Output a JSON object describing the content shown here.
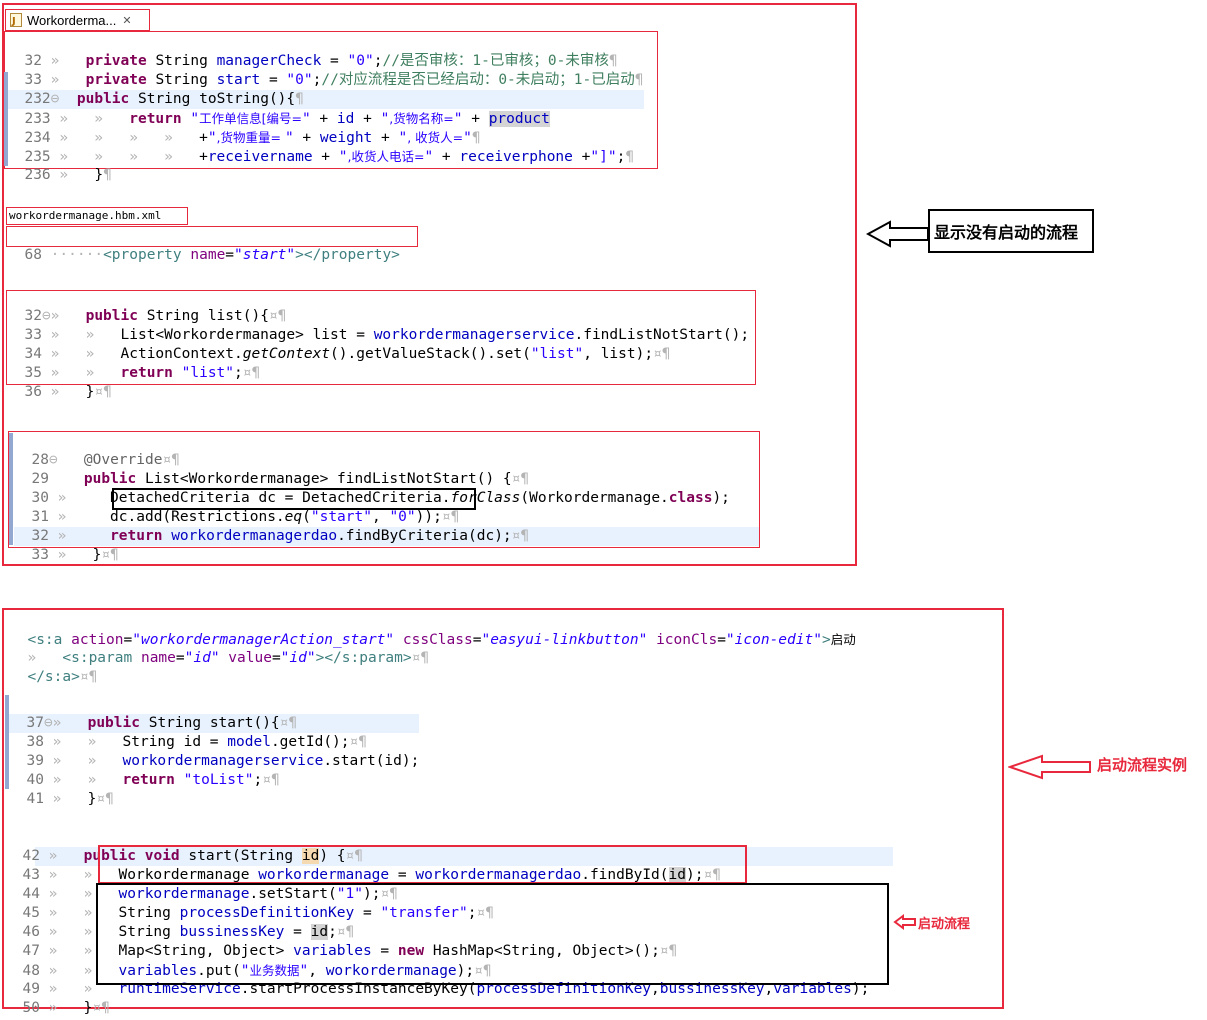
{
  "editor_tab": {
    "title": "Workorderma..."
  },
  "hbm_file": {
    "name": "workordermanage.hbm.xml"
  },
  "labels": {
    "not_started": "显示没有启动的流程",
    "start_instance": "启动流程实例",
    "start_process": "启动流程"
  },
  "colors": {
    "box_red": "#e8283c",
    "keyword": "#7f0055",
    "string": "#2a00ff",
    "field": "#0000c0",
    "comment": "#3f7f5f"
  },
  "sections": {
    "entity": [
      {
        "n": "32",
        "t": "»   private String managerCheck = \"0\";//是否审核：1-已审核；0-未审核¶"
      },
      {
        "n": "33",
        "t": "»   private String start = \"0\";//对应流程是否已经启动：0-未启动；1-已启动¶"
      },
      {
        "n": "232",
        "t": "  public String toString(){¶"
      },
      {
        "n": "233",
        "t": "»   »   return \"工作单信息[编号=\" + id + \",货物名称=\" + product"
      },
      {
        "n": "234",
        "t": "»   »   »   »   +\",货物重量= \" + weight + \", 收货人=\"¶"
      },
      {
        "n": "235",
        "t": "»   »   »   »   +receivername + \",收货人电话=\" + receiverphone +\"]\";¶"
      },
      {
        "n": "236",
        "t": "»   }¶"
      }
    ],
    "hbm": [
      {
        "n": "68",
        "t": "      <property name=\"start\"></property>"
      }
    ],
    "action_list": [
      {
        "n": "32",
        "t": "»   public String list(){¶"
      },
      {
        "n": "33",
        "t": "»   »   List<Workordermanage> list = workordermanagerservice.findListNotStart();"
      },
      {
        "n": "34",
        "t": "»   »   ActionContext.getContext().getValueStack().set(\"list\", list);¶"
      },
      {
        "n": "35",
        "t": "»   »   return \"list\";¶"
      },
      {
        "n": "36",
        "t": "»   }¶"
      }
    ],
    "service_find": [
      {
        "n": "28",
        "t": "   @Override¶"
      },
      {
        "n": "29",
        "t": "   public List<Workordermanage> findListNotStart() {¶"
      },
      {
        "n": "30",
        "t": "»   »   DetachedCriteria dc = DetachedCriteria.forClass(Workordermanage.class);"
      },
      {
        "n": "31",
        "t": "»   »   dc.add(Restrictions.eq(\"start\", \"0\"));¶"
      },
      {
        "n": "32",
        "t": "»   »   return workordermanagerdao.findByCriteria(dc);¶"
      },
      {
        "n": "33",
        "t": "»   }¶"
      }
    ],
    "jsp": [
      {
        "n": "",
        "t": "<s:a action=\"workordermanagerAction_start\" cssClass=\"easyui-linkbutton\" iconCls=\"icon-edit\">启动"
      },
      {
        "n": "",
        "t": "»   <s:param name=\"id\" value=\"id\"></s:param>¶"
      },
      {
        "n": "",
        "t": "</s:a>¶"
      }
    ],
    "action_start": [
      {
        "n": "37",
        "t": "»   public String start(){¶"
      },
      {
        "n": "38",
        "t": "»   »   String id = model.getId();¶"
      },
      {
        "n": "39",
        "t": "»   »   workordermanagerservice.start(id);"
      },
      {
        "n": "40",
        "t": "»   »   return \"toList\";¶"
      },
      {
        "n": "41",
        "t": "»   }¶"
      }
    ],
    "service_start": [
      {
        "n": "42",
        "t": "»   public void start(String id) {¶"
      },
      {
        "n": "43",
        "t": "»   »   Workordermanage workordermanage = workordermanagerdao.findById(id);¶"
      },
      {
        "n": "44",
        "t": "»   »   workordermanage.setStart(\"1\");¶"
      },
      {
        "n": "45",
        "t": "»   »   String processDefinitionKey = \"transfer\";¶"
      },
      {
        "n": "46",
        "t": "»   »   String bussinessKey = id;¶"
      },
      {
        "n": "47",
        "t": "»   »   Map<String, Object> variables = new HashMap<String, Object>();¶"
      },
      {
        "n": "48",
        "t": "»   »   variables.put(\"业务数据\", workordermanage);¶"
      },
      {
        "n": "49",
        "t": "»   »   runtimeService.startProcessInstanceByKey(processDefinitionKey,bussinessKey,variables);"
      },
      {
        "n": "50",
        "t": "»   }¶"
      }
    ]
  }
}
